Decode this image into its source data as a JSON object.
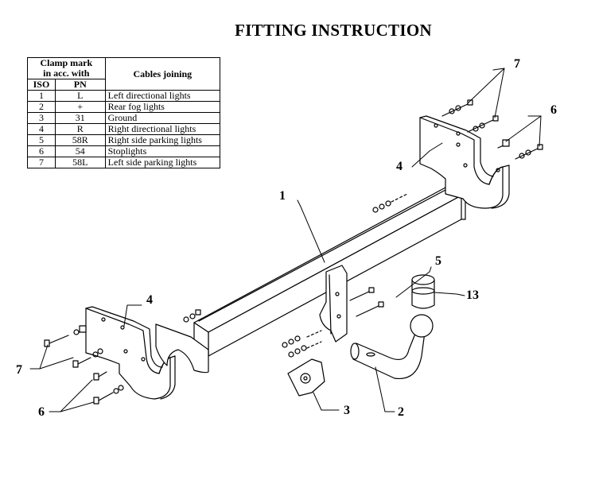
{
  "title": "FITTING INSTRUCTION",
  "table": {
    "header_clamp": "Clamp mark",
    "header_clamp_sub": "in acc. with",
    "header_iso": "ISO",
    "header_pn": "PN",
    "header_cables": "Cables joining",
    "rows": [
      {
        "iso": "1",
        "pn": "L",
        "cable": "Left directional lights"
      },
      {
        "iso": "2",
        "pn": "+",
        "cable": "Rear fog lights"
      },
      {
        "iso": "3",
        "pn": "31",
        "cable": "Ground"
      },
      {
        "iso": "4",
        "pn": "R",
        "cable": "Right directional lights"
      },
      {
        "iso": "5",
        "pn": "58R",
        "cable": "Right side parking lights"
      },
      {
        "iso": "6",
        "pn": "54",
        "cable": "Stoplights"
      },
      {
        "iso": "7",
        "pn": "58L",
        "cable": "Left side parking lights"
      }
    ]
  },
  "callouts": {
    "n1": "1",
    "n2": "2",
    "n3": "3",
    "n4_right": "4",
    "n4_left": "4",
    "n5": "5",
    "n6_right": "6",
    "n6_left": "6",
    "n7_right": "7",
    "n7_left": "7",
    "n13": "13"
  }
}
